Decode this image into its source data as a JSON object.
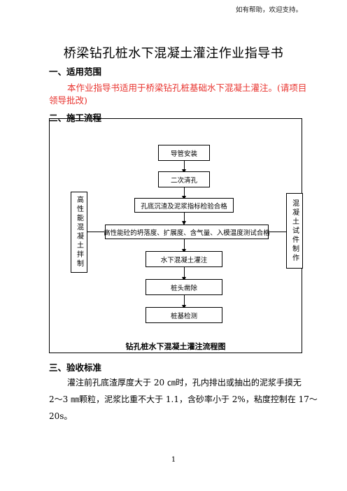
{
  "header_note": "如有帮助，欢迎支持。",
  "title": "桥梁钻孔桩水下混凝土灌注作业指导书",
  "section1": {
    "heading": "一、适用范围",
    "line1": "本作业指导书适用于桥梁钻孔桩基础水下混凝土灌注。(请项目",
    "line2": "领导批改)"
  },
  "section2": {
    "heading": "二、施工流程"
  },
  "flowchart": {
    "steps": [
      "导管安装",
      "二次清孔",
      "孔底沉渣及泥浆指标检验合格",
      "高性能砼的坍落度、扩展度、含气量、入模温度测试合格",
      "水下混凝土灌注",
      "桩头凿除",
      "桩基检测"
    ],
    "left_box": "高性能混凝土拌制",
    "right_box": "混凝土试件制作",
    "caption": "钻孔桩水下混凝土灌注流程图"
  },
  "section3": {
    "heading": "三、验收标准",
    "line1": "灌注前孔底渣厚度大于 20 ㎝时，孔内排出或抽出的泥浆手摸无",
    "line2": "2～3 ㎜颗粒，泥浆比重不大于 1.1，含砂率小于 2%，粘度控制在 17～",
    "line3": "20s。"
  },
  "page_number": "1"
}
